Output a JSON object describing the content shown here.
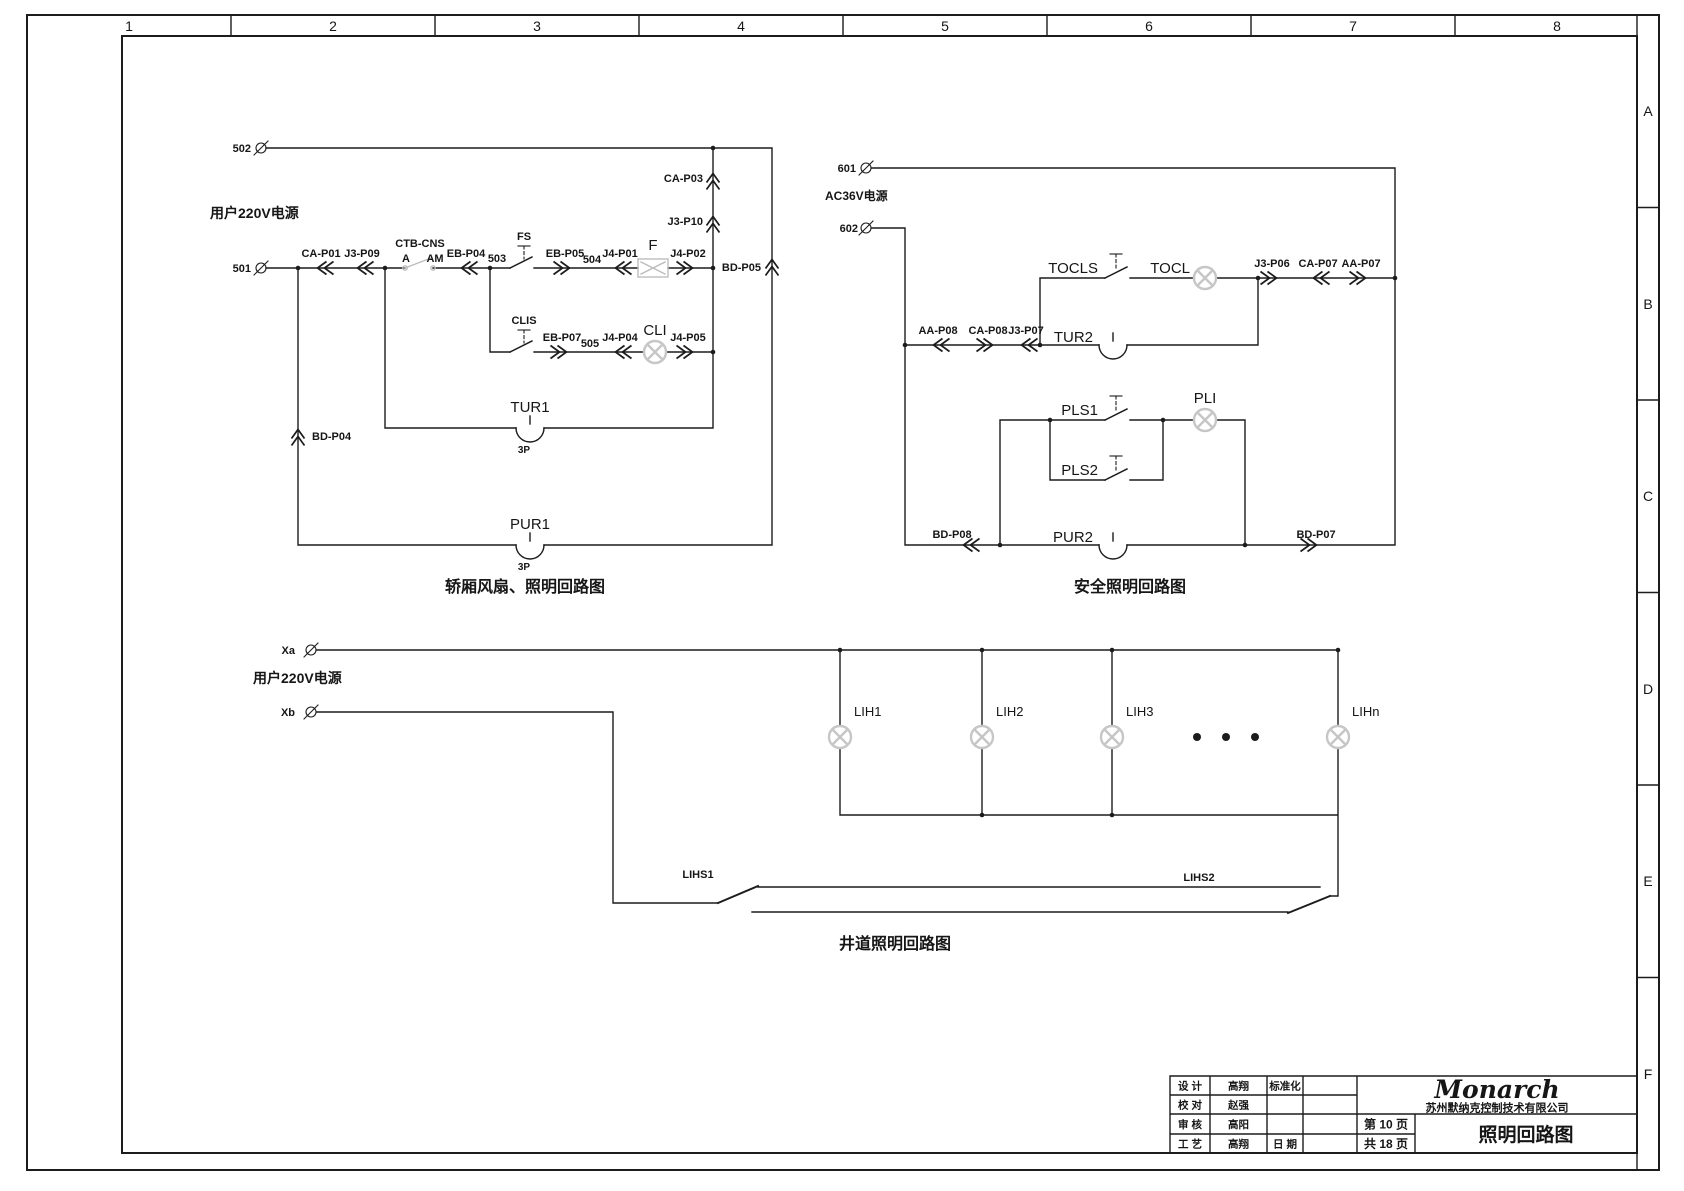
{
  "sheet": {
    "zones_top": [
      "1",
      "2",
      "3",
      "4",
      "5",
      "6",
      "7",
      "8"
    ],
    "zones_right": [
      "A",
      "B",
      "C",
      "D",
      "E",
      "F"
    ]
  },
  "circuit_car": {
    "caption": "轿厢风扇、照明回路图",
    "supply": "用户220V电源",
    "wires": {
      "w502": "502",
      "w501": "501",
      "w503": "503",
      "w504": "504",
      "w505": "505"
    },
    "connectors": {
      "ca_p01": "CA-P01",
      "j3_p09": "J3-P09",
      "eb_p04": "EB-P04",
      "eb_p05": "EB-P05",
      "j4_p01": "J4-P01",
      "j4_p02": "J4-P02",
      "bd_p05": "BD-P05",
      "ca_p03": "CA-P03",
      "j3_p10": "J3-P10",
      "eb_p07": "EB-P07",
      "j4_p04": "J4-P04",
      "j4_p05": "J4-P05",
      "bd_p04": "BD-P04"
    },
    "devices": {
      "ctb": "CTB-CNS",
      "ctb_a": "A",
      "ctb_am": "AM",
      "fs": "FS",
      "fan": "F",
      "clis": "CLIS",
      "cli": "CLI",
      "tur1": "TUR1",
      "pur1": "PUR1",
      "poles": "3P"
    }
  },
  "circuit_safety": {
    "caption": "安全照明回路图",
    "supply": "AC36V电源",
    "wires": {
      "w601": "601",
      "w602": "602"
    },
    "connectors": {
      "aa_p08": "AA-P08",
      "ca_p08": "CA-P08",
      "j3_p07": "J3-P07",
      "j3_p06": "J3-P06",
      "ca_p07": "CA-P07",
      "aa_p07": "AA-P07",
      "bd_p08": "BD-P08",
      "bd_p07": "BD-P07"
    },
    "devices": {
      "tocls": "TOCLS",
      "tocl": "TOCL",
      "tur2": "TUR2",
      "pls1": "PLS1",
      "pls2": "PLS2",
      "pli": "PLI",
      "pur2": "PUR2"
    }
  },
  "circuit_shaft": {
    "caption": "井道照明回路图",
    "supply": "用户220V电源",
    "wires": {
      "xa": "Xa",
      "xb": "Xb"
    },
    "devices": {
      "lih1": "LIH1",
      "lih2": "LIH2",
      "lih3": "LIH3",
      "lihn": "LIHn",
      "lihs1": "LIHS1",
      "lihs2": "LIHS2"
    }
  },
  "title_block": {
    "rows": [
      {
        "role": "设 计",
        "person": "高翔"
      },
      {
        "role": "校 对",
        "person": "赵强"
      },
      {
        "role": "审 核",
        "person": "高阳"
      },
      {
        "role": "工 艺",
        "person": "高翔"
      }
    ],
    "standardization_label": "标准化",
    "date_label": "日 期",
    "page_current": "第 10 页",
    "page_total": "共 18 页",
    "logo": "Monarch",
    "company": "苏州默纳克控制技术有限公司",
    "drawing_title": "照明回路图"
  }
}
